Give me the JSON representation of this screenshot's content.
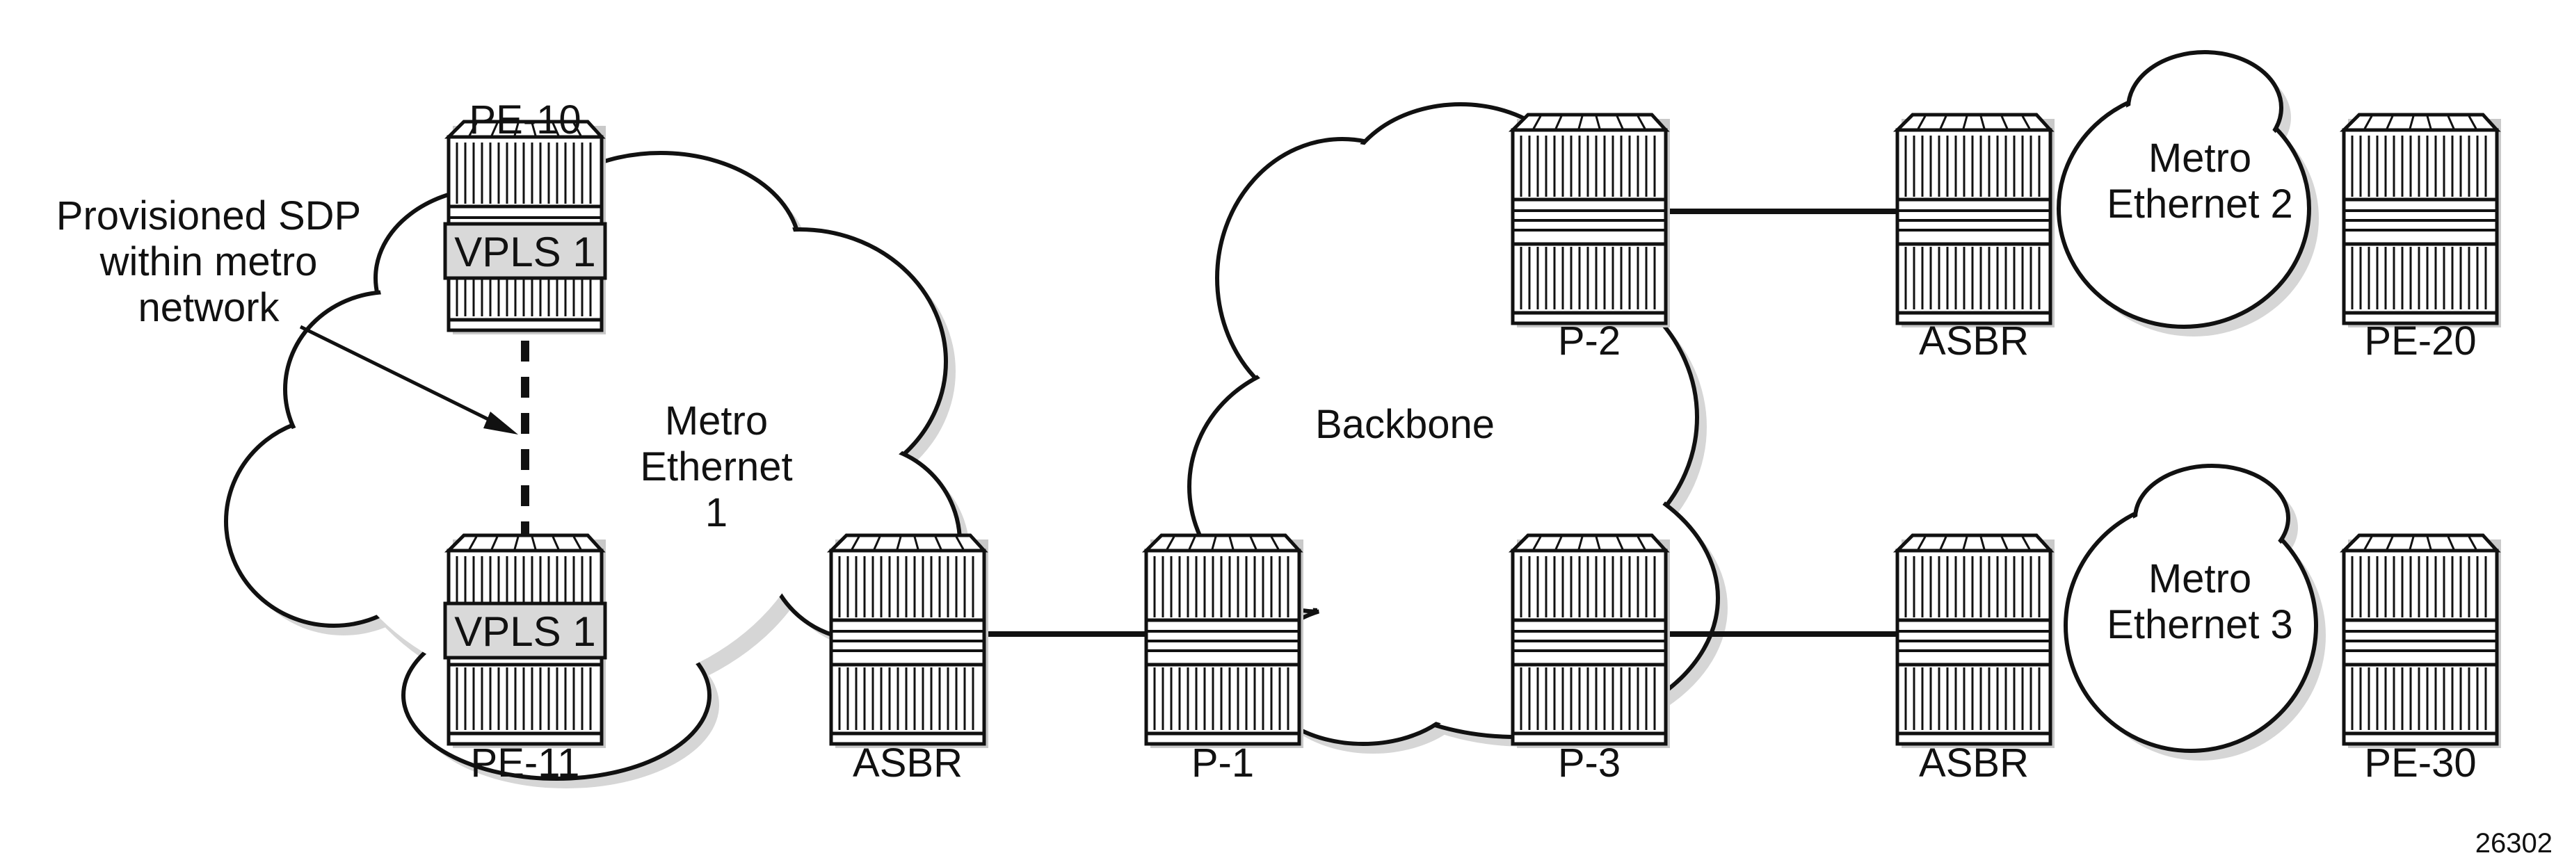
{
  "clouds": {
    "metro1": "Metro\nEthernet\n1",
    "metro2": "Metro\nEthernet 2",
    "metro3": "Metro\nEthernet 3",
    "backbone": "Backbone"
  },
  "nodes": {
    "pe10": "PE-10",
    "pe11": "PE-11",
    "asbr1": "ASBR",
    "p1": "P-1",
    "p2": "P-2",
    "p3": "P-3",
    "asbr2": "ASBR",
    "asbr3": "ASBR",
    "pe20": "PE-20",
    "pe30": "PE-30"
  },
  "services": {
    "vpls_top": "VPLS 1",
    "vpls_bottom": "VPLS 1"
  },
  "annotation": "Provisioned SDP\nwithin metro\nnetwork",
  "figure_id": "26302",
  "colors": {
    "shadow": "#d6d6d6",
    "stroke": "#111111",
    "vpls_fill": "#d9d9d9"
  }
}
